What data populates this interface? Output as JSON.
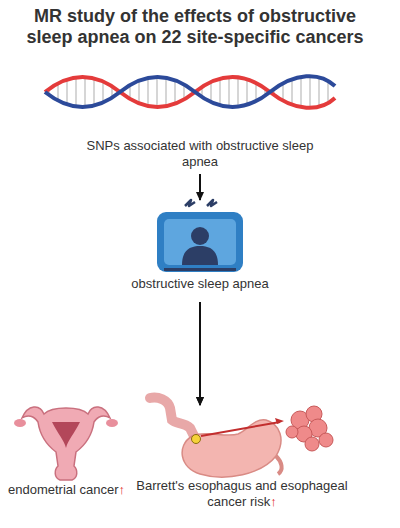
{
  "diagram": {
    "title": "MR study of the effects of obstructive sleep apnea on 22 site-specific cancers",
    "nodes": [
      {
        "text": [
          "SNPs associated with obstructive sleep apnea"
        ]
      },
      {
        "text": [
          "obstructive sleep apnea"
        ]
      },
      {
        "text": [
          "endometrial cancer↑"
        ]
      },
      {
        "text": [
          "Barrett's esophagus and esophageal cancer risk↑"
        ]
      }
    ],
    "edges": [
      {
        "from": 0,
        "to": 1,
        "arrow": "to"
      },
      {
        "from": 1,
        "to": 2,
        "arrow": "to"
      },
      {
        "from": 1,
        "to": 3,
        "arrow": "to"
      }
    ]
  }
}
